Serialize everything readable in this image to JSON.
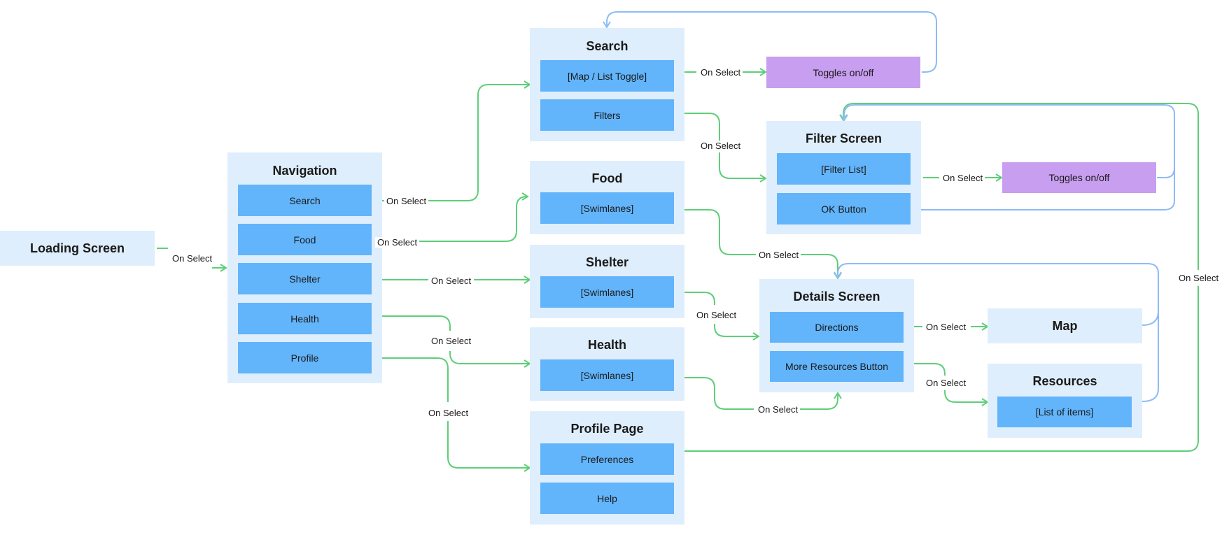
{
  "colors": {
    "panel": "#dfeefc",
    "button": "#62b4fb",
    "toggle": "#c89ef0",
    "flow_green": "#5fce78",
    "flow_blue": "#8dbcf5"
  },
  "edge_label": "On Select",
  "loading": {
    "title": "Loading Screen"
  },
  "navigation": {
    "title": "Navigation",
    "items": [
      "Search",
      "Food",
      "Shelter",
      "Health",
      "Profile"
    ]
  },
  "search": {
    "title": "Search",
    "map_toggle": "[Map / List Toggle]",
    "filters": "Filters"
  },
  "food": {
    "title": "Food",
    "swimlanes": "[Swimlanes]"
  },
  "shelter": {
    "title": "Shelter",
    "swimlanes": "[Swimlanes]"
  },
  "health": {
    "title": "Health",
    "swimlanes": "[Swimlanes]"
  },
  "profile": {
    "title": "Profile Page",
    "preferences": "Preferences",
    "help": "Help"
  },
  "filter_screen": {
    "title": "Filter Screen",
    "filter_list": "[Filter List]",
    "ok_button": "OK Button"
  },
  "toggles": {
    "search_toggle": "Toggles on/off",
    "filter_toggle": "Toggles on/off"
  },
  "details": {
    "title": "Details Screen",
    "directions": "Directions",
    "more_resources": "More Resources Button"
  },
  "map": {
    "title": "Map"
  },
  "resources": {
    "title": "Resources",
    "list": "[List of items]"
  }
}
